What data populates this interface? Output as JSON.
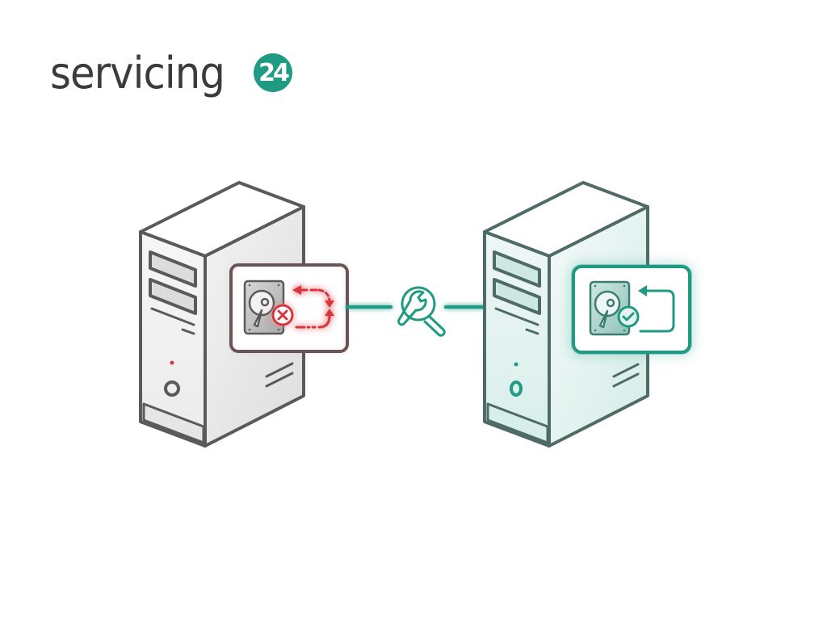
{
  "logo": {
    "word": "servicing",
    "badge": "24",
    "word_color": "#3b3b3b",
    "badge_color": "#1f9a83"
  },
  "diagram": {
    "left_server": {
      "state": "failed",
      "panel_icons": [
        "hard-drive-icon",
        "error-x-icon",
        "dashed-loop-arrow-icon"
      ],
      "accent_color": "#d9363e",
      "stroke_color": "#5a5a5a"
    },
    "connector": {
      "icon": "wrench-magnifier-icon",
      "color": "#1f9a83"
    },
    "right_server": {
      "state": "restored",
      "panel_icons": [
        "hard-drive-icon",
        "check-icon",
        "loop-arrow-icon"
      ],
      "accent_color": "#1f9a83",
      "stroke_color": "#4f6b68"
    }
  }
}
